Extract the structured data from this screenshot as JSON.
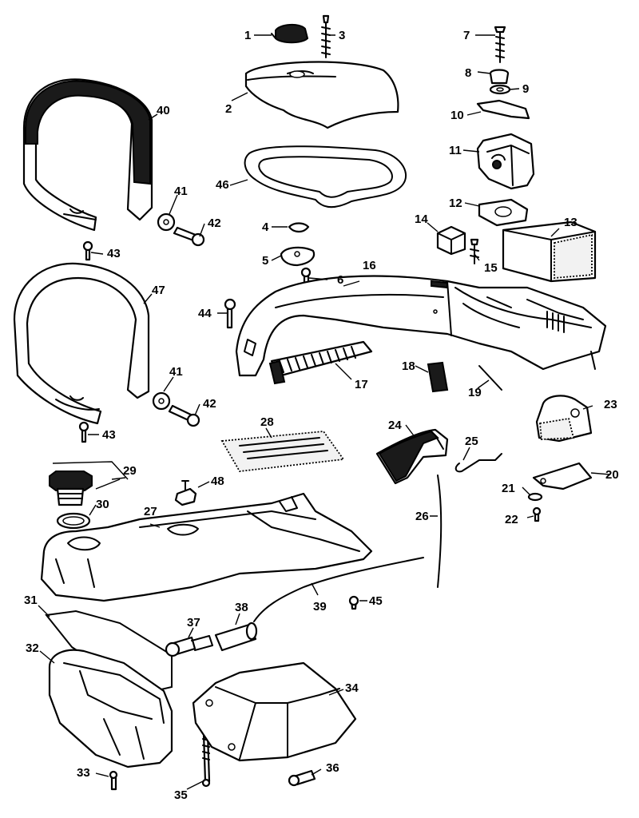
{
  "parts": [
    {
      "id": "1",
      "label": "1"
    },
    {
      "id": "2",
      "label": "2"
    },
    {
      "id": "3",
      "label": "3"
    },
    {
      "id": "4",
      "label": "4"
    },
    {
      "id": "5",
      "label": "5"
    },
    {
      "id": "6",
      "label": "6"
    },
    {
      "id": "7",
      "label": "7"
    },
    {
      "id": "8",
      "label": "8"
    },
    {
      "id": "9",
      "label": "9"
    },
    {
      "id": "10",
      "label": "10"
    },
    {
      "id": "11",
      "label": "11"
    },
    {
      "id": "12",
      "label": "12"
    },
    {
      "id": "13",
      "label": "13"
    },
    {
      "id": "14",
      "label": "14"
    },
    {
      "id": "15",
      "label": "15"
    },
    {
      "id": "16",
      "label": "16"
    },
    {
      "id": "17",
      "label": "17"
    },
    {
      "id": "18",
      "label": "18"
    },
    {
      "id": "19",
      "label": "19"
    },
    {
      "id": "20",
      "label": "20"
    },
    {
      "id": "21",
      "label": "21"
    },
    {
      "id": "22",
      "label": "22"
    },
    {
      "id": "23",
      "label": "23"
    },
    {
      "id": "24",
      "label": "24"
    },
    {
      "id": "25",
      "label": "25"
    },
    {
      "id": "26",
      "label": "26"
    },
    {
      "id": "27",
      "label": "27"
    },
    {
      "id": "28",
      "label": "28"
    },
    {
      "id": "29",
      "label": "29"
    },
    {
      "id": "30",
      "label": "30"
    },
    {
      "id": "31",
      "label": "31"
    },
    {
      "id": "32",
      "label": "32"
    },
    {
      "id": "33",
      "label": "33"
    },
    {
      "id": "34",
      "label": "34"
    },
    {
      "id": "35",
      "label": "35"
    },
    {
      "id": "36",
      "label": "36"
    },
    {
      "id": "37",
      "label": "37"
    },
    {
      "id": "38",
      "label": "38"
    },
    {
      "id": "39",
      "label": "39"
    },
    {
      "id": "40",
      "label": "40"
    },
    {
      "id": "41a",
      "label": "41"
    },
    {
      "id": "41b",
      "label": "41"
    },
    {
      "id": "42a",
      "label": "42"
    },
    {
      "id": "42b",
      "label": "42"
    },
    {
      "id": "43a",
      "label": "43"
    },
    {
      "id": "43b",
      "label": "43"
    },
    {
      "id": "44",
      "label": "44"
    },
    {
      "id": "45",
      "label": "45"
    },
    {
      "id": "46",
      "label": "46"
    },
    {
      "id": "47",
      "label": "47"
    },
    {
      "id": "48",
      "label": "48"
    }
  ]
}
